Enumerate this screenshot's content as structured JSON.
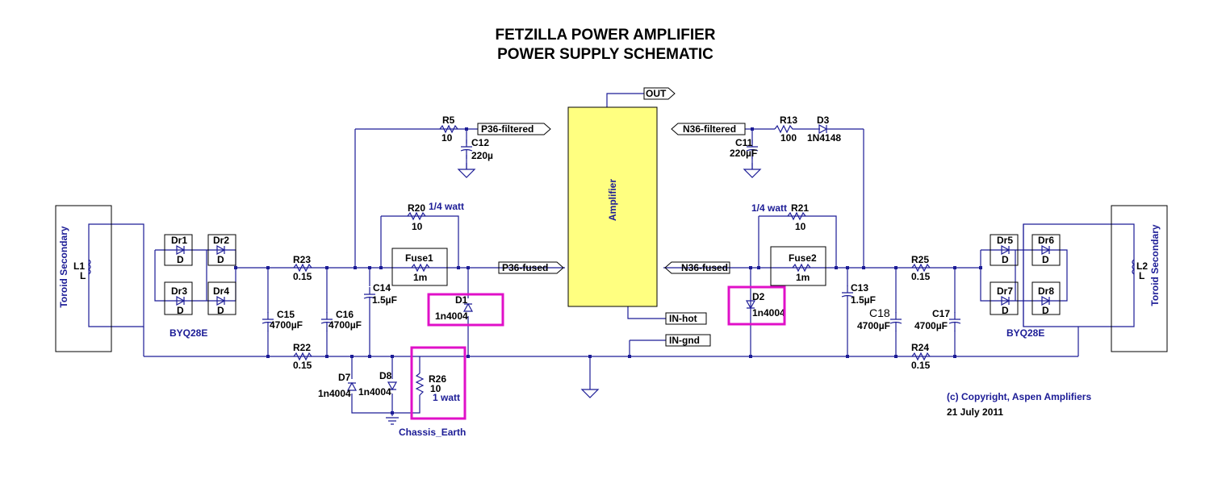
{
  "title": {
    "line1": "FETZILLA POWER AMPLIFIER",
    "line2": "POWER SUPPLY SCHEMATIC"
  },
  "ports": {
    "out": "OUT",
    "p36_filtered": "P36-filtered",
    "n36_filtered": "N36-filtered",
    "p36_fused": "P36-fused",
    "n36_fused": "N36-fused",
    "in_hot": "IN-hot",
    "in_gnd": "IN-gnd"
  },
  "amplifier": "Amplifier",
  "toroid_left": "Toroid Secondary",
  "toroid_right": "Toroid Secondary",
  "bridge_part": "BYQ28E",
  "parts": {
    "l1": {
      "ref": "L1",
      "val": "L"
    },
    "l2": {
      "ref": "L2",
      "val": "L"
    },
    "dr1": {
      "ref": "Dr1",
      "val": "D"
    },
    "dr2": {
      "ref": "Dr2",
      "val": "D"
    },
    "dr3": {
      "ref": "Dr3",
      "val": "D"
    },
    "dr4": {
      "ref": "Dr4",
      "val": "D"
    },
    "dr5": {
      "ref": "Dr5",
      "val": "D"
    },
    "dr6": {
      "ref": "Dr6",
      "val": "D"
    },
    "dr7": {
      "ref": "Dr7",
      "val": "D"
    },
    "dr8": {
      "ref": "Dr8",
      "val": "D"
    },
    "r5": {
      "ref": "R5",
      "val": "10"
    },
    "c12": {
      "ref": "C12",
      "val": "220µ"
    },
    "r13": {
      "ref": "R13",
      "val": "100"
    },
    "d3": {
      "ref": "D3",
      "val": "1N4148"
    },
    "c11": {
      "ref": "C11",
      "val": "220µF"
    },
    "r20": {
      "ref": "R20",
      "val": "10",
      "note": "1/4 watt"
    },
    "r21": {
      "ref": "R21",
      "val": "10",
      "note": "1/4 watt"
    },
    "fuse1": {
      "ref": "Fuse1",
      "val": "1m"
    },
    "fuse2": {
      "ref": "Fuse2",
      "val": "1m"
    },
    "r23": {
      "ref": "R23",
      "val": "0.15"
    },
    "r22": {
      "ref": "R22",
      "val": "0.15"
    },
    "r25": {
      "ref": "R25",
      "val": "0.15"
    },
    "r24": {
      "ref": "R24",
      "val": "0.15"
    },
    "c14": {
      "ref": "C14",
      "val": "1.5µF"
    },
    "c13": {
      "ref": "C13",
      "val": "1.5µF"
    },
    "c15": {
      "ref": "C15",
      "val": "4700µF"
    },
    "c16": {
      "ref": "C16",
      "val": "4700µF"
    },
    "c17": {
      "ref": "C17",
      "val": "4700µF"
    },
    "c18": {
      "ref": "C18",
      "val": "4700µF"
    },
    "d1": {
      "ref": "D1",
      "val": "1n4004"
    },
    "d2": {
      "ref": "D2",
      "val": "1n4004"
    },
    "d7": {
      "ref": "D7",
      "val": "1n4004"
    },
    "d8": {
      "ref": "D8",
      "val": "1n4004"
    },
    "r26": {
      "ref": "R26",
      "val": "10",
      "note": "1 watt"
    }
  },
  "chassis_earth": "Chassis_Earth",
  "copyright": "(c) Copyright, Aspen Amplifiers",
  "date": "21 July 2011",
  "colors": {
    "wire": "#1c1c96",
    "amplifier_fill": "#ffff80",
    "highlight": "#e010c8"
  }
}
